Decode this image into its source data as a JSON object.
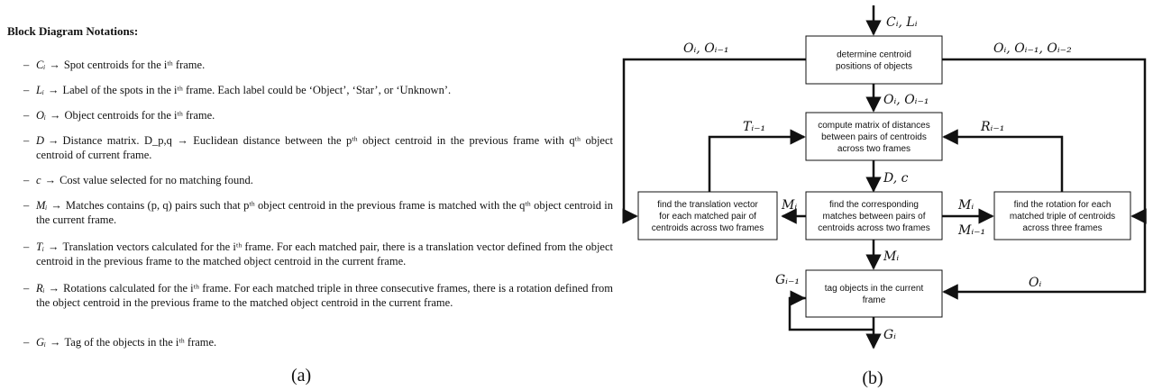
{
  "panel_a": {
    "heading": "Block Diagram Notations:",
    "dash": "–",
    "arrow": "→",
    "notes": [
      {
        "sym": "Cᵢ",
        "text": "Spot centroids for the iᵗʰ frame."
      },
      {
        "sym": "Lᵢ",
        "text": "Label of the spots in the iᵗʰ frame. Each label could be ‘Object’, ‘Star’, or ‘Unknown’."
      },
      {
        "sym": "Oᵢ",
        "text": "Object centroids for the iᵗʰ frame."
      },
      {
        "sym": "D",
        "text": "Distance matrix. D_p,q → Euclidean distance between the pᵗʰ object centroid in the previous frame with qᵗʰ object centroid of current frame."
      },
      {
        "sym": "c",
        "text": "Cost value selected for no matching found."
      },
      {
        "sym": "Mᵢ",
        "text": "Matches contains (p, q) pairs such that pᵗʰ object centroid in the previous frame is matched with the qᵗʰ object centroid in the current frame."
      },
      {
        "sym": "Tᵢ",
        "text": "Translation vectors calculated for the iᵗʰ frame. For each matched pair, there is a translation vector defined from the object centroid in the previous frame to the matched object centroid in the current frame."
      },
      {
        "sym": "Rᵢ",
        "text": "Rotations calculated for the iᵗʰ frame. For each matched triple in three consecutive frames, there is a rotation defined from the object centroid in the previous frame to the matched object centroid in the current frame."
      },
      {
        "sym": "Gᵢ",
        "text": "Tag of the objects in the iᵗʰ frame."
      }
    ],
    "caption": "(a)"
  },
  "panel_b": {
    "caption": "(b)",
    "boxes": {
      "centroid": [
        "determine centroid",
        "positions of objects"
      ],
      "distance": [
        "compute matrix of distances",
        "between pairs of centroids",
        "across two frames"
      ],
      "matches": [
        "find the corresponding",
        "matches between pairs of",
        "centroids across two frames"
      ],
      "translation": [
        "find the translation vector",
        "for each matched pair of",
        "centroids across two frames"
      ],
      "rotation": [
        "find the rotation for each",
        "matched triple of centroids",
        "across three frames"
      ],
      "tag": [
        "tag objects in the current",
        "frame"
      ]
    },
    "labels": {
      "input": "Cᵢ, Lᵢ",
      "o_left": "Oᵢ, Oᵢ₋₁",
      "o_right": "Oᵢ, Oᵢ₋₁, Oᵢ₋₂",
      "o_mid": "Oᵢ, Oᵢ₋₁",
      "t": "Tᵢ₋₁",
      "r": "Rᵢ₋₁",
      "d_c": "D, c",
      "m_left": "Mᵢ",
      "m_right": "Mᵢ",
      "m_right2": "Mᵢ₋₁",
      "m_down": "Mᵢ",
      "g_in": "Gᵢ₋₁",
      "o_tag": "Oᵢ",
      "g_out": "Gᵢ"
    }
  }
}
